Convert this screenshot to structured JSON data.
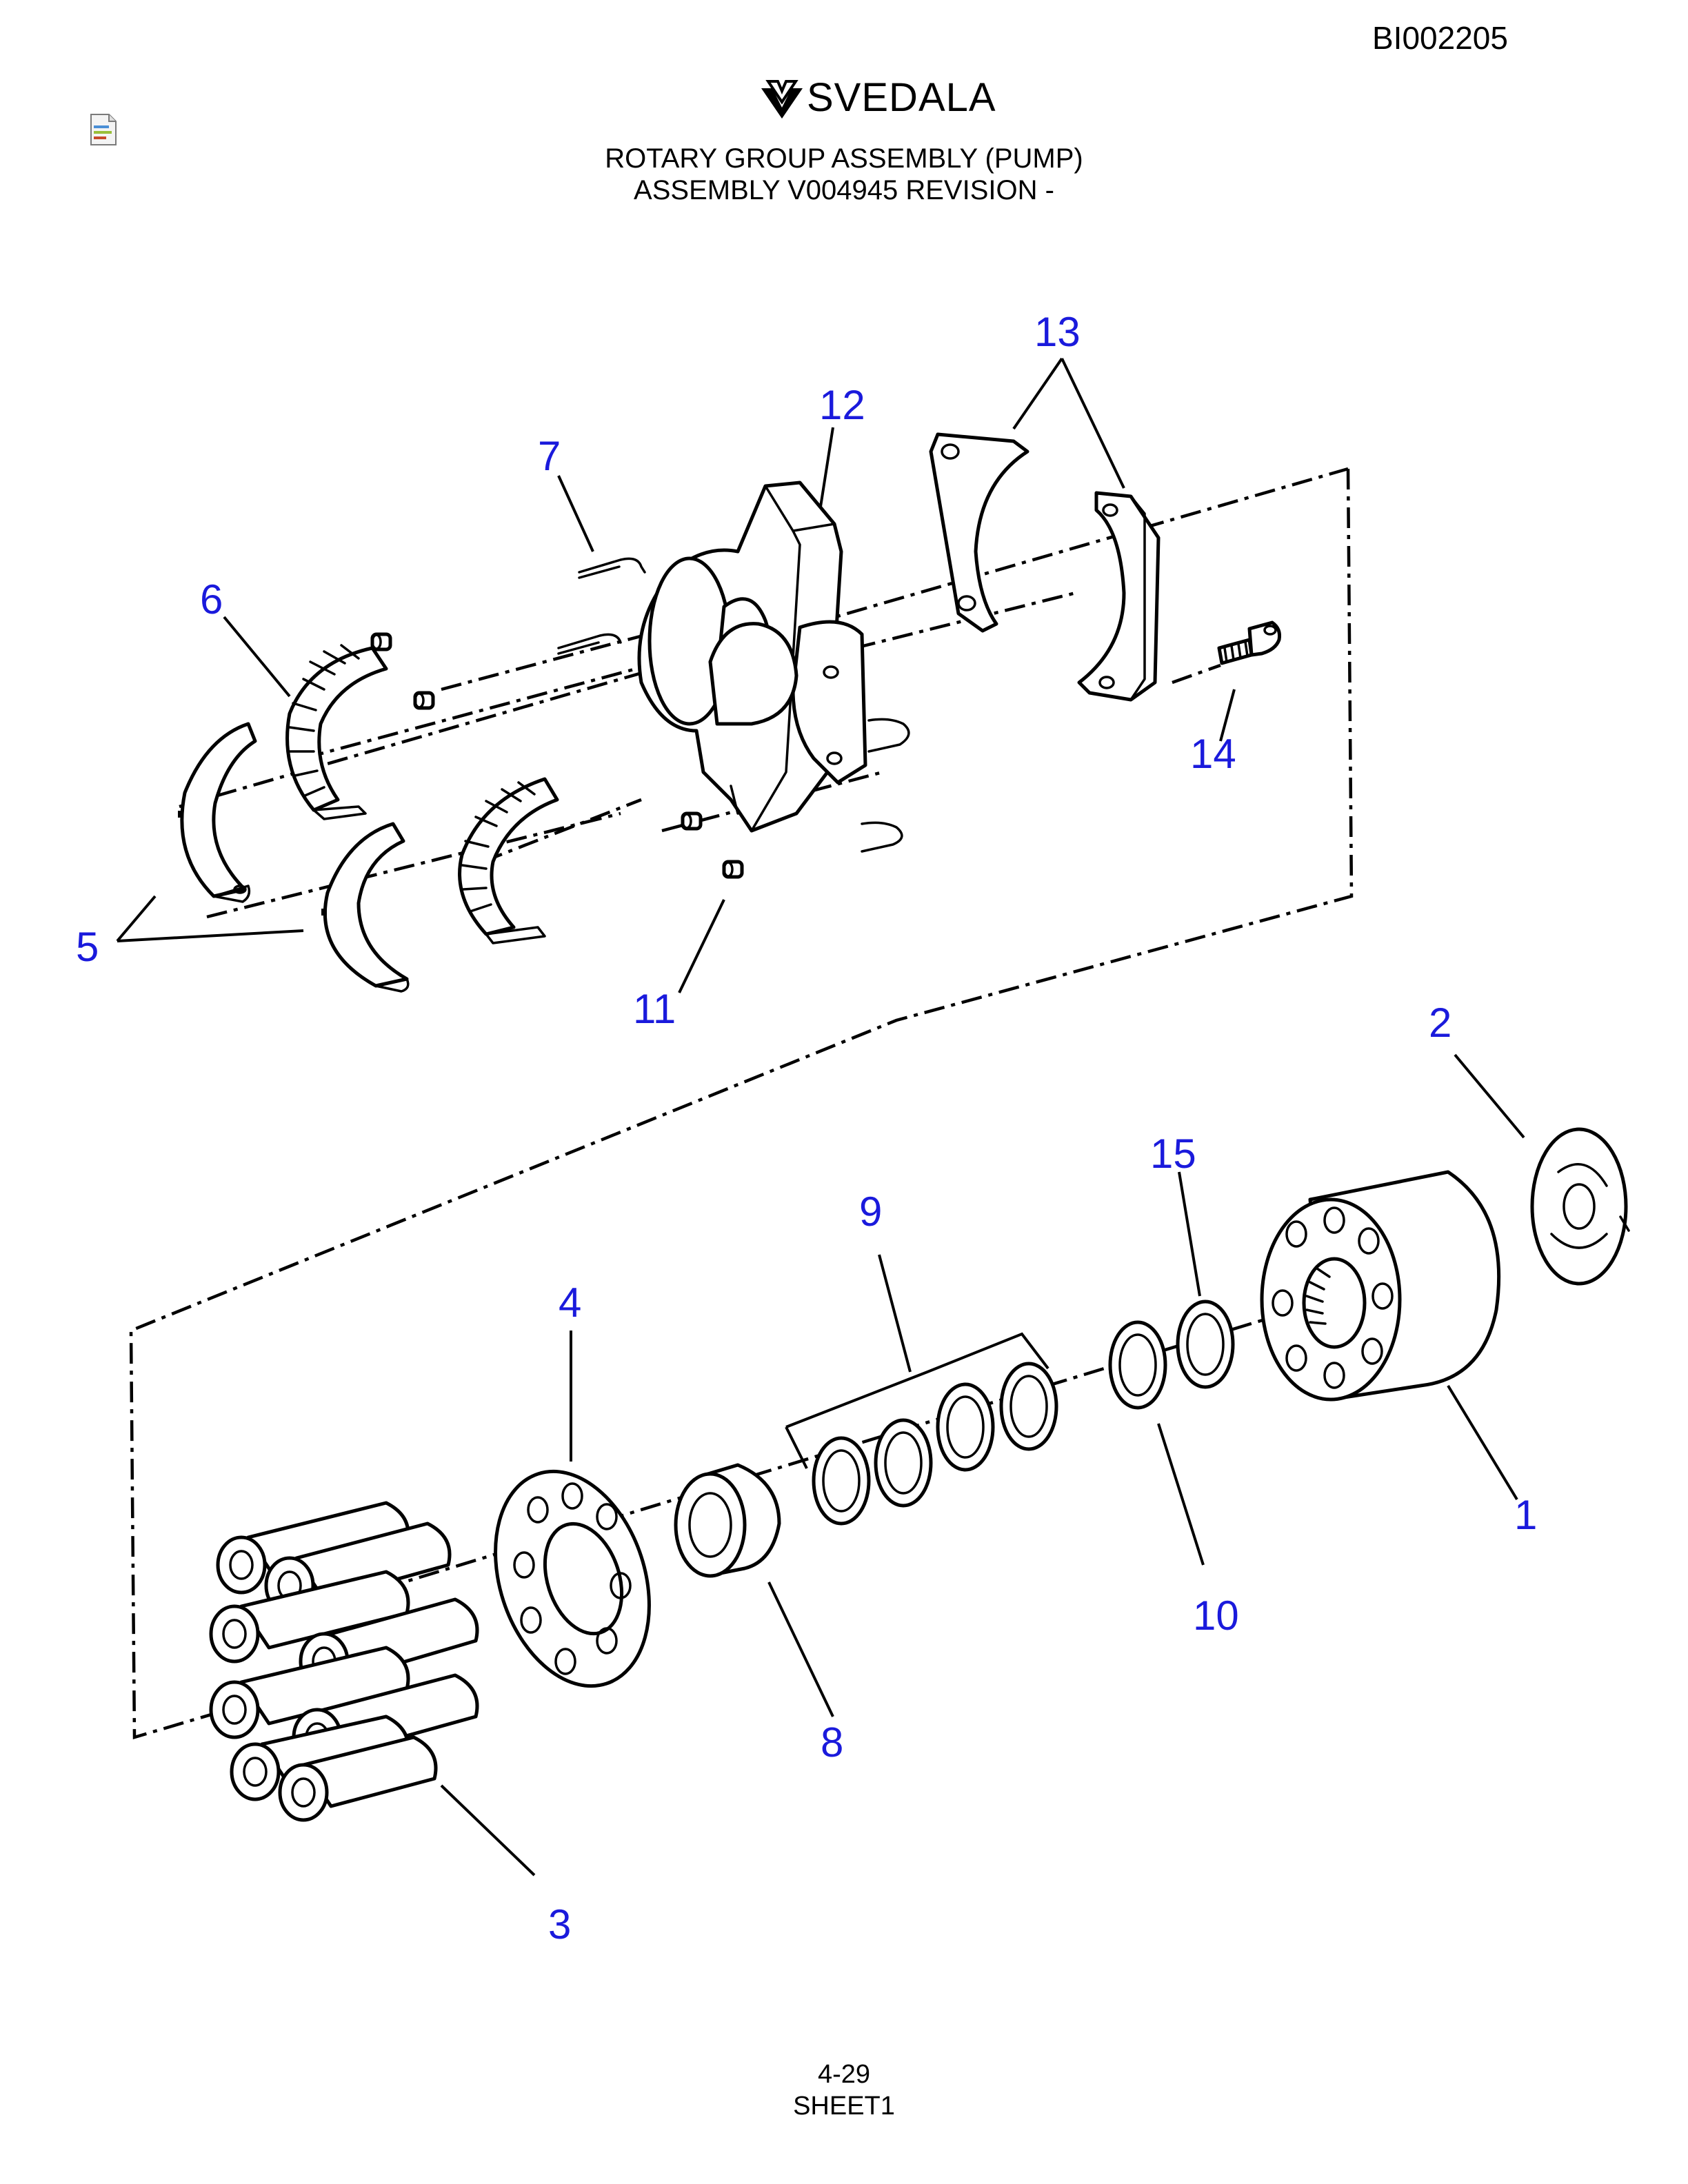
{
  "header": {
    "document_id": "BI002205",
    "brand": "SVEDALA",
    "title_line_1": "ROTARY GROUP ASSEMBLY (PUMP)",
    "title_line_2": "ASSEMBLY V004945 REVISION -"
  },
  "footer": {
    "page_number": "4-29",
    "sheet": "SHEET1"
  },
  "icons": {
    "document_icon": "document-icon",
    "brand_logo": "svedala-logo-icon"
  },
  "colors": {
    "callout": "#1a1adc",
    "linework": "#000000"
  },
  "callouts": {
    "c1": "1",
    "c2": "2",
    "c3": "3",
    "c4": "4",
    "c5": "5",
    "c6": "6",
    "c7": "7",
    "c8": "8",
    "c9": "9",
    "c10": "10",
    "c11": "11",
    "c12": "12",
    "c13": "13",
    "c14": "14",
    "c15": "15"
  }
}
